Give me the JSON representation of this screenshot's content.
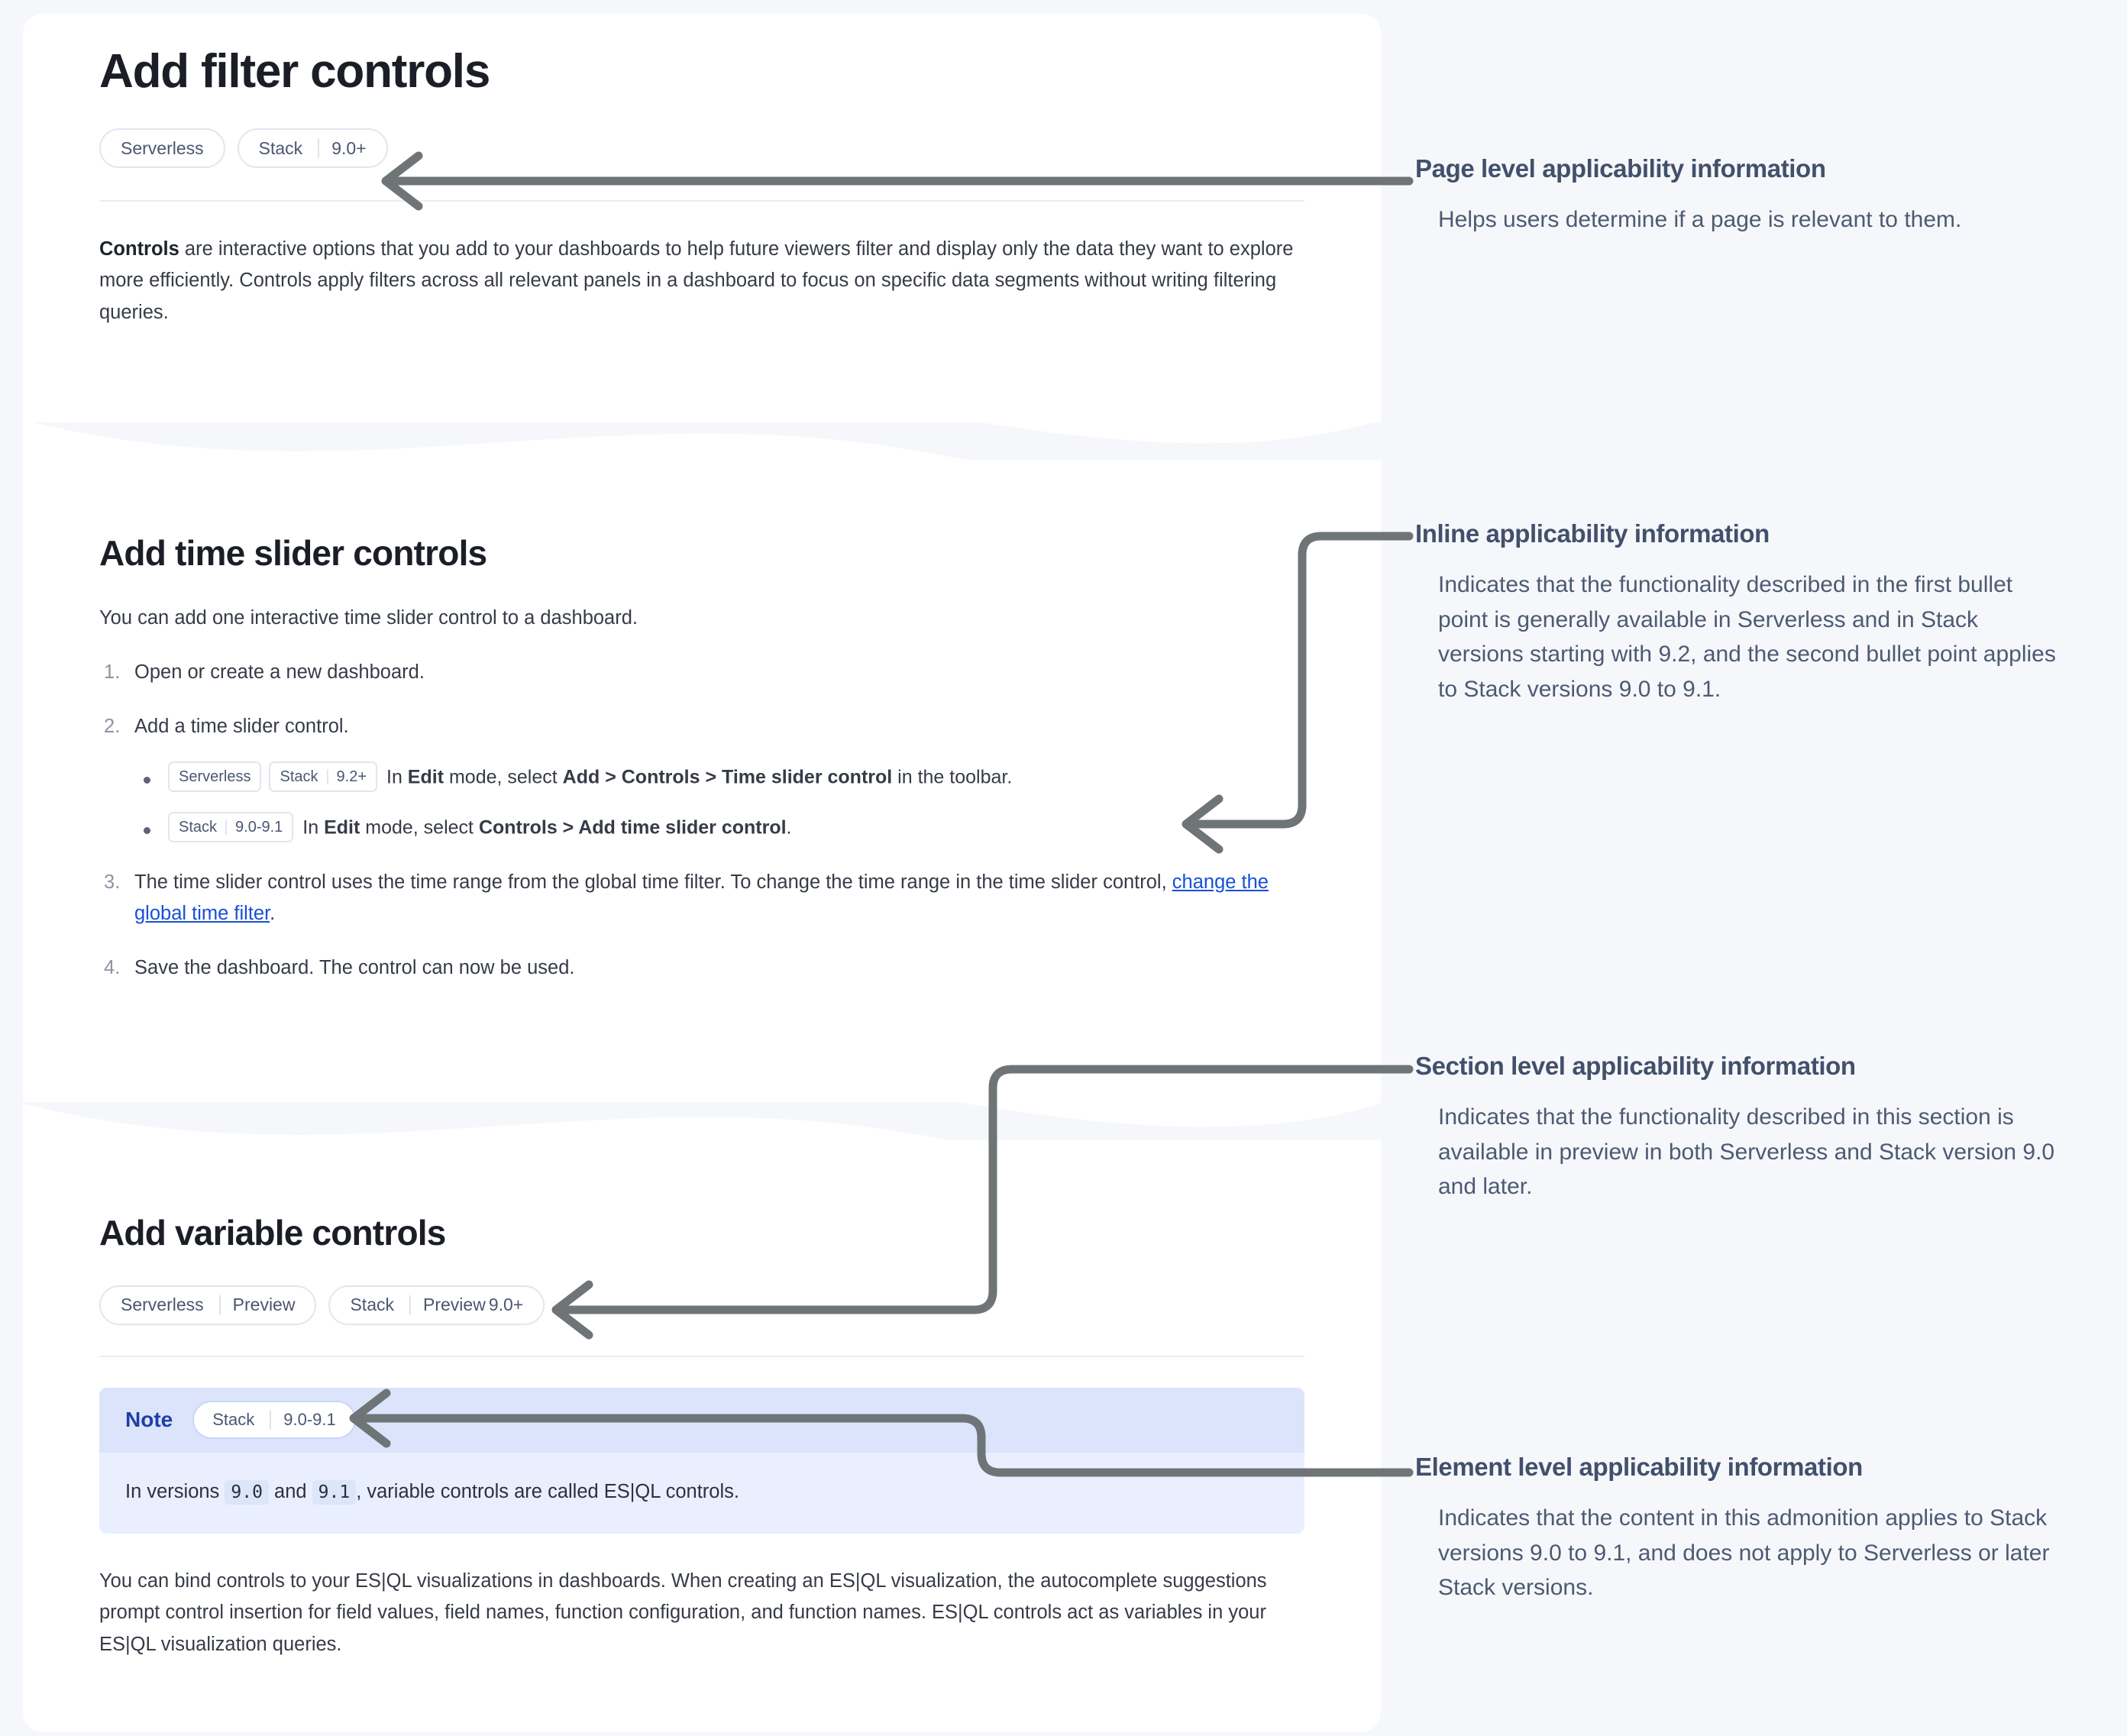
{
  "document": {
    "page_title": "Add filter controls",
    "page_applicability": [
      {
        "name": "Serverless",
        "lifecycle": "",
        "version": ""
      },
      {
        "name": "Stack",
        "lifecycle": "",
        "version": "9.0+"
      }
    ],
    "intro": {
      "lead": "Controls",
      "rest": " are interactive options that you add to your dashboards to help future viewers filter and display only the data they want to explore more efficiently. Controls apply filters across all relevant panels in a dashboard to focus on specific data segments without writing filtering queries."
    },
    "section_time_slider": {
      "title": "Add time slider controls",
      "intro": "You can add one interactive time slider control to a dashboard.",
      "steps": [
        {
          "text": "Open or create a new dashboard."
        },
        {
          "text": "Add a time slider control.",
          "bullets": [
            {
              "badges": [
                {
                  "name": "Serverless",
                  "version": ""
                },
                {
                  "name": "Stack",
                  "version": "9.2+"
                }
              ],
              "prefix": "In ",
              "bold_1": "Edit",
              "mid_1": " mode, select ",
              "bold_2": "Add > Controls > Time slider control",
              "suffix": " in the toolbar."
            },
            {
              "badges": [
                {
                  "name": "Stack",
                  "version": "9.0-9.1"
                }
              ],
              "prefix": "In ",
              "bold_1": "Edit",
              "mid_1": " mode, select ",
              "bold_2": "Controls > Add time slider control",
              "suffix": "."
            }
          ]
        },
        {
          "text_before_link": "The time slider control uses the time range from the global time filter. To change the time range in the time slider control, ",
          "link": "change the global time filter",
          "text_after_link": "."
        },
        {
          "text": "Save the dashboard. The control can now be used."
        }
      ]
    },
    "section_variable": {
      "title": "Add variable controls",
      "applicability": [
        {
          "name": "Serverless",
          "lifecycle": "Preview",
          "version": ""
        },
        {
          "name": "Stack",
          "lifecycle": "Preview",
          "version": "9.0+"
        }
      ],
      "note": {
        "label": "Note",
        "badge": {
          "name": "Stack",
          "version": "9.0-9.1"
        },
        "body_before_code_1": "In versions ",
        "code_1": "9.0",
        "body_between_codes": " and ",
        "code_2": "9.1",
        "body_after_code_2": ", variable controls are called ES|QL controls."
      },
      "paragraph": "You can bind controls to your ES|QL visualizations in dashboards. When creating an ES|QL visualization, the autocomplete suggestions prompt control insertion for field values, field names, function configuration, and function names. ES|QL controls act as variables in your ES|QL visualization queries."
    }
  },
  "annotations": [
    {
      "title": "Page level applicability information",
      "body": "Helps users determine if a page is relevant to them."
    },
    {
      "title": "Inline applicability information",
      "body": "Indicates that the functionality described in the first bullet point is generally available in Serverless and in Stack versions starting with 9.2, and the second bullet point applies to Stack versions 9.0 to 9.1."
    },
    {
      "title": "Section level applicability information",
      "body": "Indicates that the functionality described in this section is available in preview in both Serverless and Stack version 9.0 and later."
    },
    {
      "title": "Element level applicability information",
      "body": "Indicates that the content in this admonition applies to Stack versions 9.0 to 9.1, and does not apply to Serverless or later Stack versions."
    }
  ],
  "colors": {
    "page_background": "#f6f7fb",
    "card_background": "#ffffff",
    "heading": "#1b1e26",
    "body_text": "#363b47",
    "pill_border": "#e3e6ef",
    "pill_text": "#4c5671",
    "link": "#1750d6",
    "note_header": "#dbe4fb",
    "note_body": "#e9efff",
    "note_label": "#1d3fa8",
    "annotation_title": "#42506b",
    "annotation_body": "#4d5a72",
    "arrow": "#6f7477"
  }
}
